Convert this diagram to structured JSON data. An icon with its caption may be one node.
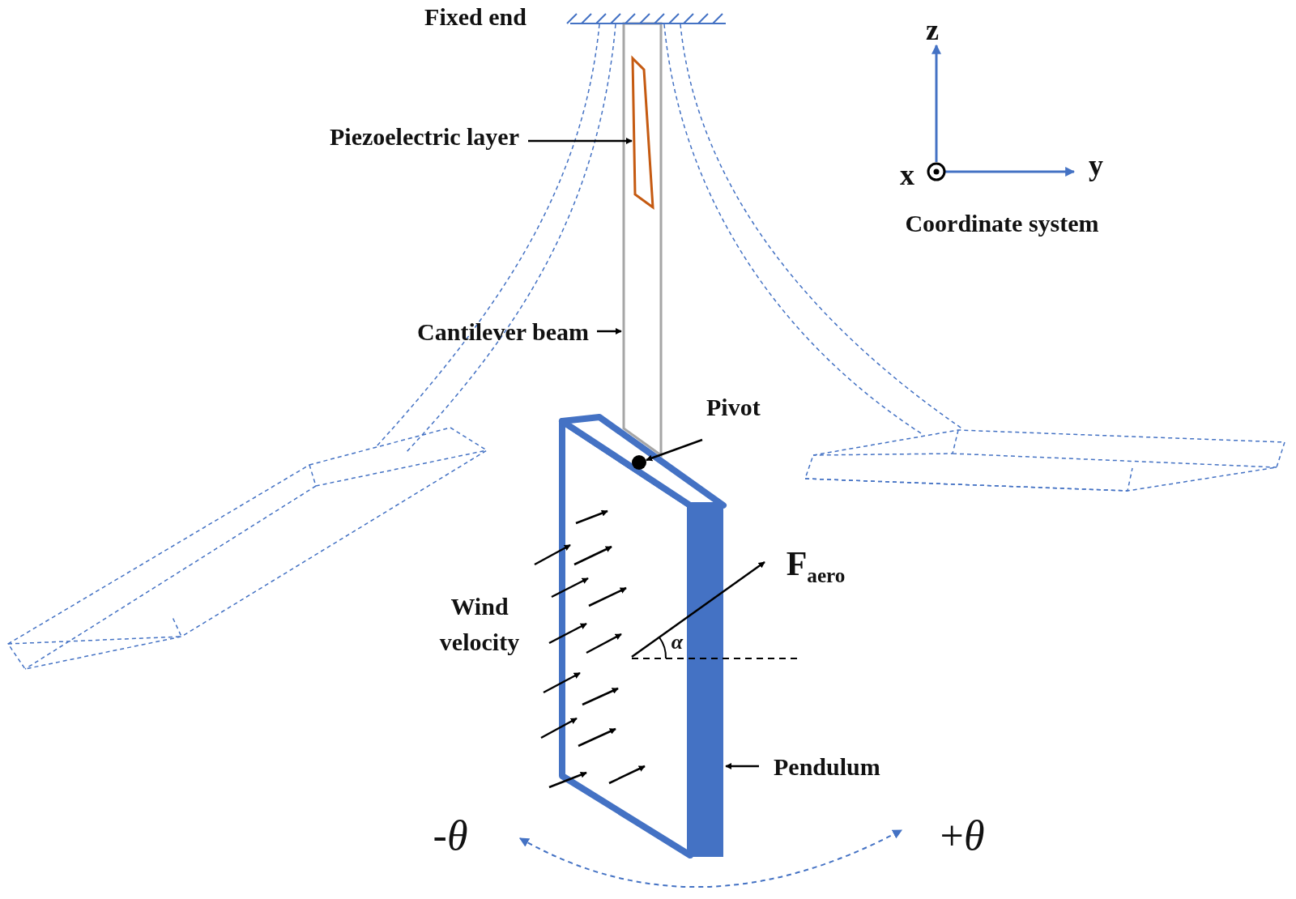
{
  "diagram": {
    "nodes": [
      {
        "text": [
          "Piezoelectric layer"
        ]
      },
      {
        "text": [],
        "shape": "bar"
      },
      {
        "text": [],
        "shape": "box",
        "in": 1
      },
      {
        "text": [
          "Cantilever beam"
        ]
      },
      {
        "text": [
          "Pivot"
        ]
      },
      {
        "text": [],
        "shape": "box"
      },
      {
        "text": [],
        "shape": "circle",
        "in": 5
      },
      {
        "text": [
          "Pendulum"
        ]
      }
    ],
    "edges": [
      {
        "from": 0,
        "to": 2,
        "arrow": "to"
      },
      {
        "from": 3,
        "to": 1,
        "arrow": "to"
      },
      {
        "from": 4,
        "to": 6,
        "arrow": "to"
      },
      {
        "from": 7,
        "to": 5,
        "arrow": "to"
      }
    ],
    "labels": [
      "Fixed end",
      "z",
      "x",
      "y",
      "Coordinate system",
      "F$_{aero}$",
      "α",
      "Wind velocity",
      "-*θ*",
      "+*θ*"
    ]
  }
}
